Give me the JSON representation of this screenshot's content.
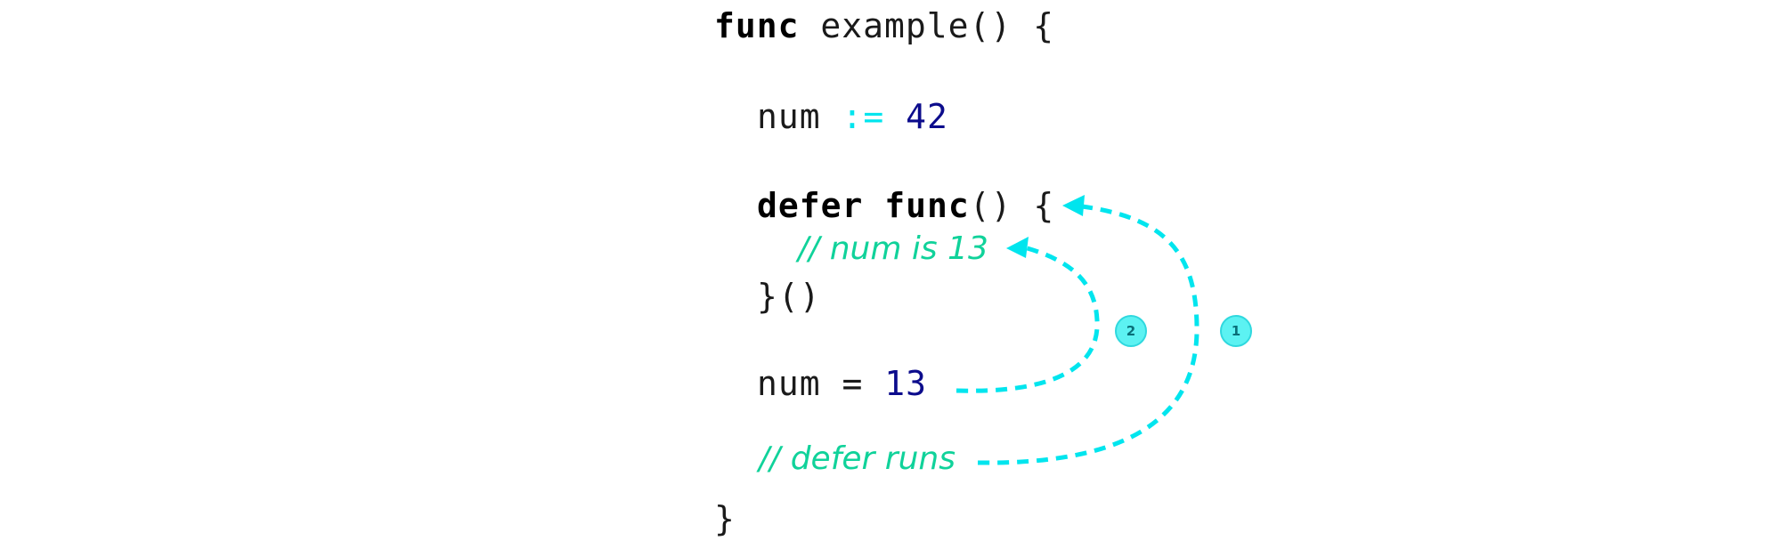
{
  "code": {
    "line1": {
      "kw": "func",
      "rest": " example() {"
    },
    "line2": {
      "name": "num ",
      "op": ":=",
      "value": " 42"
    },
    "line3": {
      "kw1": "defer",
      "space": " ",
      "kw2": "func",
      "rest": "() {"
    },
    "line4_comment": "// num is 13",
    "line5": "}()",
    "line6": {
      "name": "num = ",
      "value": "13"
    },
    "line7_comment": "// defer runs",
    "line8": "}"
  },
  "badges": {
    "first": "1",
    "second": "2"
  },
  "colors": {
    "keyword": "#000000",
    "operator": "#00e5ee",
    "number": "#0c0c8c",
    "comment": "#10d29a",
    "arrow": "#00e5ee",
    "badge_fill": "#5cf2f2"
  }
}
